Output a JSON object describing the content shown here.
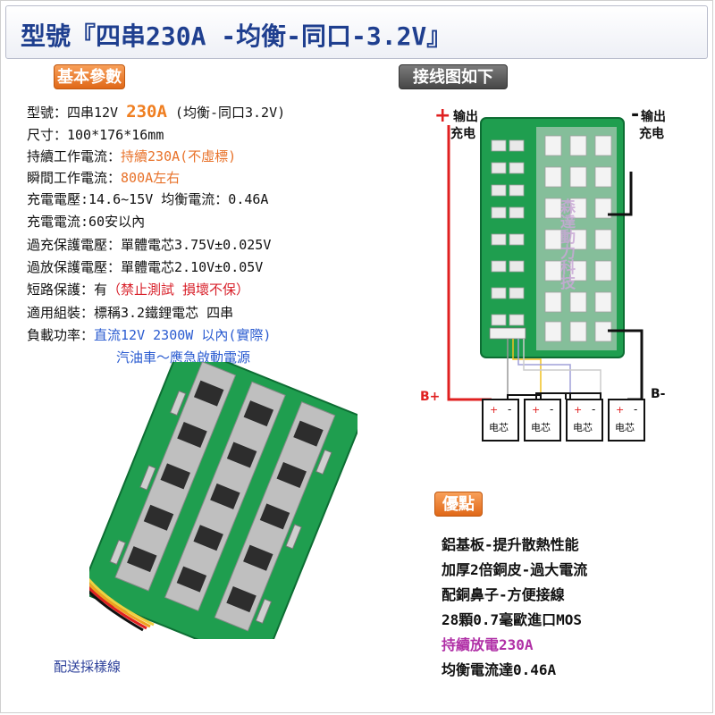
{
  "title": "型號『四串230A -均衡-同口-3.2V』",
  "basic_params_label": "基本參數",
  "wiring_label": "接线图如下",
  "advantages_label": "優點",
  "specs": {
    "model_prefix": "型號：四串12V ",
    "model_amp": "230A",
    "model_suffix": " (均衡-同口3.2V)",
    "size": "尺寸：100*176*16mm",
    "continuous_label": "持續工作電流：",
    "continuous_value": "持續230A(不虛標)",
    "instant_label": "瞬間工作電流：",
    "instant_value": "800A左右",
    "charge_voltage": "充電電壓:14.6~15V   均衡電流：0.46A",
    "charge_current": "充電電流:60安以內",
    "overcharge": "過充保護電壓：單體電芯3.75V±0.025V",
    "overdischarge": "過放保護電壓：單體電芯2.10V±0.05V",
    "short_label": "短路保護：有",
    "short_value": "（禁止測試 損壞不保）",
    "assembly": "適用組裝：標稱3.2鐵鋰電芯 四串",
    "load_label": "負載功率：",
    "load_value": "直流12V 2300W 以內(實際)",
    "load_note": "汽油車～應急啟動電源"
  },
  "diagram": {
    "pos_sign": "+",
    "neg_sign": "-",
    "output_label": "输出",
    "charge_label": "充电",
    "b_plus": "B+",
    "b_minus": "B-",
    "cell_label": "电芯",
    "cell_plus": "+",
    "cell_minus": "-",
    "watermark": "森達動力科技"
  },
  "advantages": [
    "鋁基板-提升散熱性能",
    "加厚2倍銅皮-過大電流",
    "配銅鼻子-方便接線",
    "28顆0.7毫歐進口MOS",
    "持續放電230A",
    "均衡電流達0.46A"
  ],
  "caption": "配送採樣線",
  "colors": {
    "title": "#1f3f8f",
    "orange": "#ef7e20",
    "red": "#d8202a",
    "blue": "#2a5bd0",
    "purple": "#b02fa6",
    "pcb_green": "#1f9e4f"
  }
}
